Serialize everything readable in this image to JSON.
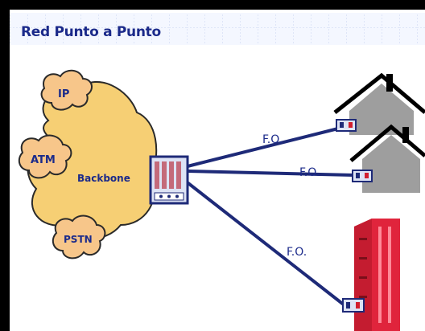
{
  "title": "Red Punto a Punto",
  "nodes": {
    "backbone": "Backbone",
    "ip": "IP",
    "atm": "ATM",
    "pstn": "PSTN"
  },
  "links": [
    "F.O.",
    "F.O.",
    "F.O."
  ],
  "colors": {
    "title": "#1b2a8a",
    "cloud": "#f6cf74",
    "small_cloud": "#f7c68a",
    "link": "#1e2a78",
    "house": "#9e9e9e",
    "building": "#e0243c",
    "grid_bg": "#eef3ff"
  }
}
